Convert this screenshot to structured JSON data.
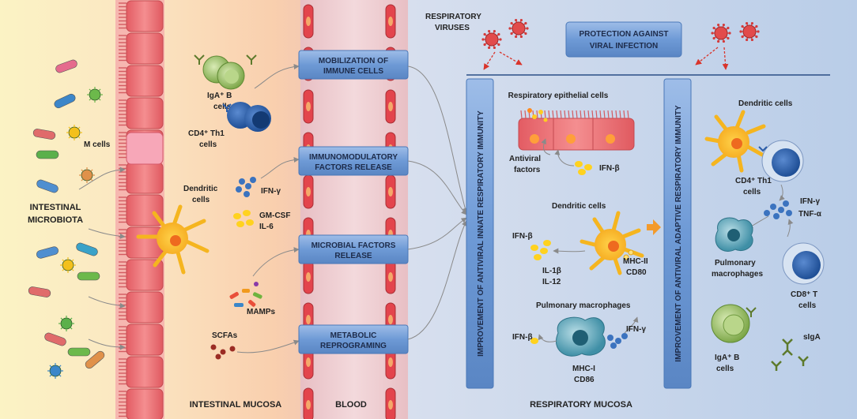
{
  "sections": {
    "intestinal_mucosa": "INTESTINAL MUCOSA",
    "blood": "BLOOD",
    "respiratory_mucosa": "RESPIRATORY MUCOSA"
  },
  "left": {
    "microbiota": "INTESTINAL",
    "microbiota2": "MICROBIOTA",
    "m_cells": "M cells",
    "dendritic1": "Dendritic",
    "dendritic2": "cells",
    "iga1": "IgA⁺ B",
    "iga2": "cells",
    "cd4_1": "CD4⁺ Th1",
    "cd4_2": "cells",
    "ifn_g": "IFN-γ",
    "gmcsf": "GM-CSF",
    "il6": "IL-6",
    "mamps": "MAMPs",
    "scfas": "SCFAs"
  },
  "blood_boxes": [
    {
      "l1": "MOBILIZATION OF",
      "l2": "IMMUNE CELLS"
    },
    {
      "l1": "IMMUNOMODULATORY",
      "l2": "FACTORS RELEASE"
    },
    {
      "l1": "MICROBIAL FACTORS",
      "l2": "RELEASE"
    },
    {
      "l1": "METABOLIC",
      "l2": "REPROGRAMING"
    }
  ],
  "top": {
    "viruses1": "RESPIRATORY",
    "viruses2": "VIRUSES",
    "protect1": "PROTECTION AGAINST",
    "protect2": "VIRAL INFECTION"
  },
  "innate": {
    "title": "IMPROVEMENT OF ANTIVIRAL INNATE RESPIRATORY IMMUNITY",
    "epithelial": "Respiratory epithelial cells",
    "antiviral1": "Antiviral",
    "antiviral2": "factors",
    "ifn_b_epi": "IFN-β",
    "dendritic": "Dendritic cells",
    "ifn_b_dc": "IFN-β",
    "il1b": "IL-1β",
    "il12": "IL-12",
    "mhc2": "MHC-II",
    "cd80": "CD80",
    "macrophages": "Pulmonary macrophages",
    "ifn_b_mac": "IFN-β",
    "ifn_g_mac": "IFN-γ",
    "mhc1": "MHC-I",
    "cd86": "CD86"
  },
  "adaptive": {
    "title": "IMPROVEMENT OF ANTIVIRAL ADAPTIVE RESPIRATORY IMMUNITY",
    "dendritic": "Dendritic cells",
    "cd4_1": "CD4⁺ Th1",
    "cd4_2": "cells",
    "ifn_g": "IFN-γ",
    "tnf_a": "TNF-α",
    "pulm1": "Pulmonary",
    "pulm2": "macrophages",
    "cd8_1": "CD8⁺ T",
    "cd8_2": "cells",
    "iga1": "IgA⁺ B",
    "iga2": "cells",
    "siga": "sIgA"
  },
  "colors": {
    "box_fill": "#6e9ad6",
    "red_cell": "#e9656a",
    "blue_bg": "#c6d6ee",
    "orange_bg": "#f9d2b0"
  }
}
